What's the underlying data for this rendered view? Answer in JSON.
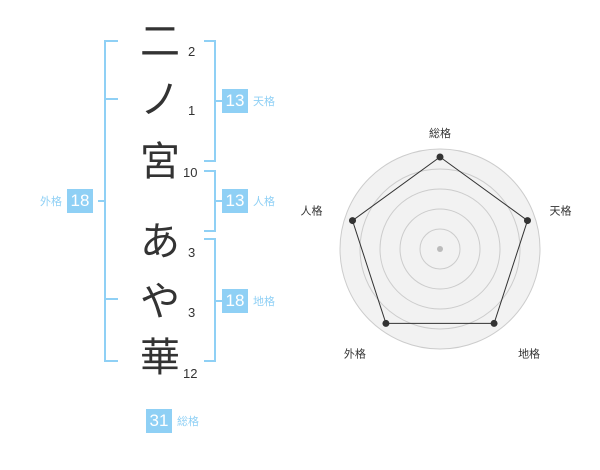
{
  "name_chars": [
    {
      "char": "二",
      "strokes": "2"
    },
    {
      "char": "ノ",
      "strokes": "1"
    },
    {
      "char": "宮",
      "strokes": "10"
    },
    {
      "char": "あ",
      "strokes": "3"
    },
    {
      "char": "や",
      "strokes": "3"
    },
    {
      "char": "華",
      "strokes": "12"
    }
  ],
  "fortunes": {
    "tenkaku": {
      "value": "13",
      "label": "天格"
    },
    "jinkaku": {
      "value": "13",
      "label": "人格"
    },
    "chikaku": {
      "value": "18",
      "label": "地格"
    },
    "gaikaku": {
      "value": "18",
      "label": "外格"
    },
    "soukaku": {
      "value": "31",
      "label": "総格"
    }
  },
  "colors": {
    "accent": "#8fd0f5",
    "text": "#333333",
    "radar_fill": "#f2f2f2",
    "grid": "#cccccc"
  },
  "chart_data": {
    "type": "radar",
    "axes": [
      "総格",
      "天格",
      "地格",
      "外格",
      "人格"
    ],
    "values": [
      1.0,
      1.0,
      1.0,
      1.0,
      1.0
    ],
    "rings": 5
  }
}
